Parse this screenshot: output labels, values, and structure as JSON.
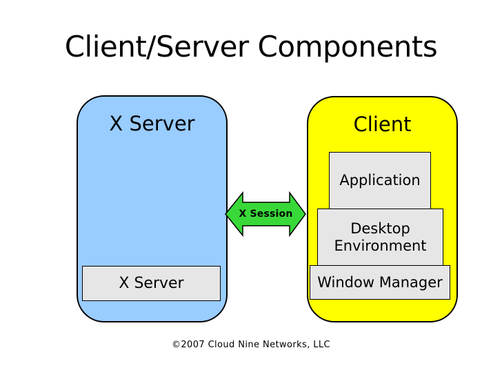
{
  "slide": {
    "title": "Client/Server Components",
    "footer": "©2007 Cloud Nine Networks, LLC",
    "background": "#ffffff"
  },
  "server_box": {
    "label": "X Server",
    "fill": "#99ccff",
    "border": "#000000",
    "component": "X Server"
  },
  "client_box": {
    "label": "Client",
    "fill": "#ffff00",
    "border": "#000000",
    "components": [
      "Application",
      "Desktop Environment",
      "Window Manager"
    ]
  },
  "component_style": {
    "fill": "#e6e6e6",
    "border": "#000000"
  },
  "session_arrow": {
    "label": "X Session",
    "fill": "#39d839",
    "outline": "#000000"
  }
}
